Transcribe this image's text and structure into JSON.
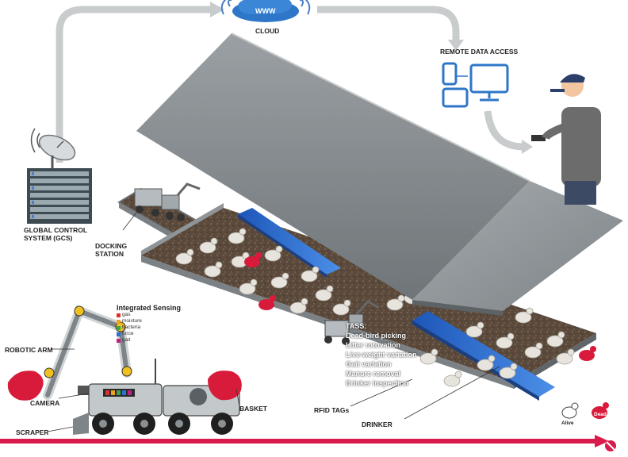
{
  "labels": {
    "cloud": "CLOUD",
    "www": "WWW",
    "remote": "REMOTE DATA ACCESS",
    "gcs_line1": "GLOBAL CONTROL",
    "gcs_line2": "SYSTEM (GCS)",
    "docking_line1": "DOCKING",
    "docking_line2": "STATION",
    "robotic_arm": "ROBOTIC ARM",
    "camera": "CAMERA",
    "scraper": "SCRAPER",
    "basket": "BASKET",
    "rfid": "RFID TAGs",
    "drinker": "DRINKER"
  },
  "sensing": {
    "title": "Integrated Sensing",
    "items": [
      {
        "label": "gas",
        "color": "#e0302d"
      },
      {
        "label": "moisture",
        "color": "#f0a020"
      },
      {
        "label": "bacteria",
        "color": "#3aa84a"
      },
      {
        "label": "force",
        "color": "#2f6fd0"
      },
      {
        "label": "gait",
        "color": "#c02080"
      }
    ]
  },
  "tasks": {
    "title": "TASS:",
    "items": [
      "Dead-bird picking",
      "Litter rotovation",
      "Live-weight variation",
      "Gait variation",
      "Manure removal",
      "Drinker inspection"
    ]
  },
  "legend": {
    "alive": "Alive",
    "dead": "Dead"
  },
  "colors": {
    "accent": "#d81b4a",
    "dead_bird": "#d81b3a",
    "drinker": "#2a6fd6",
    "roof": "#8d9396",
    "floor": "#5c4a3c"
  }
}
